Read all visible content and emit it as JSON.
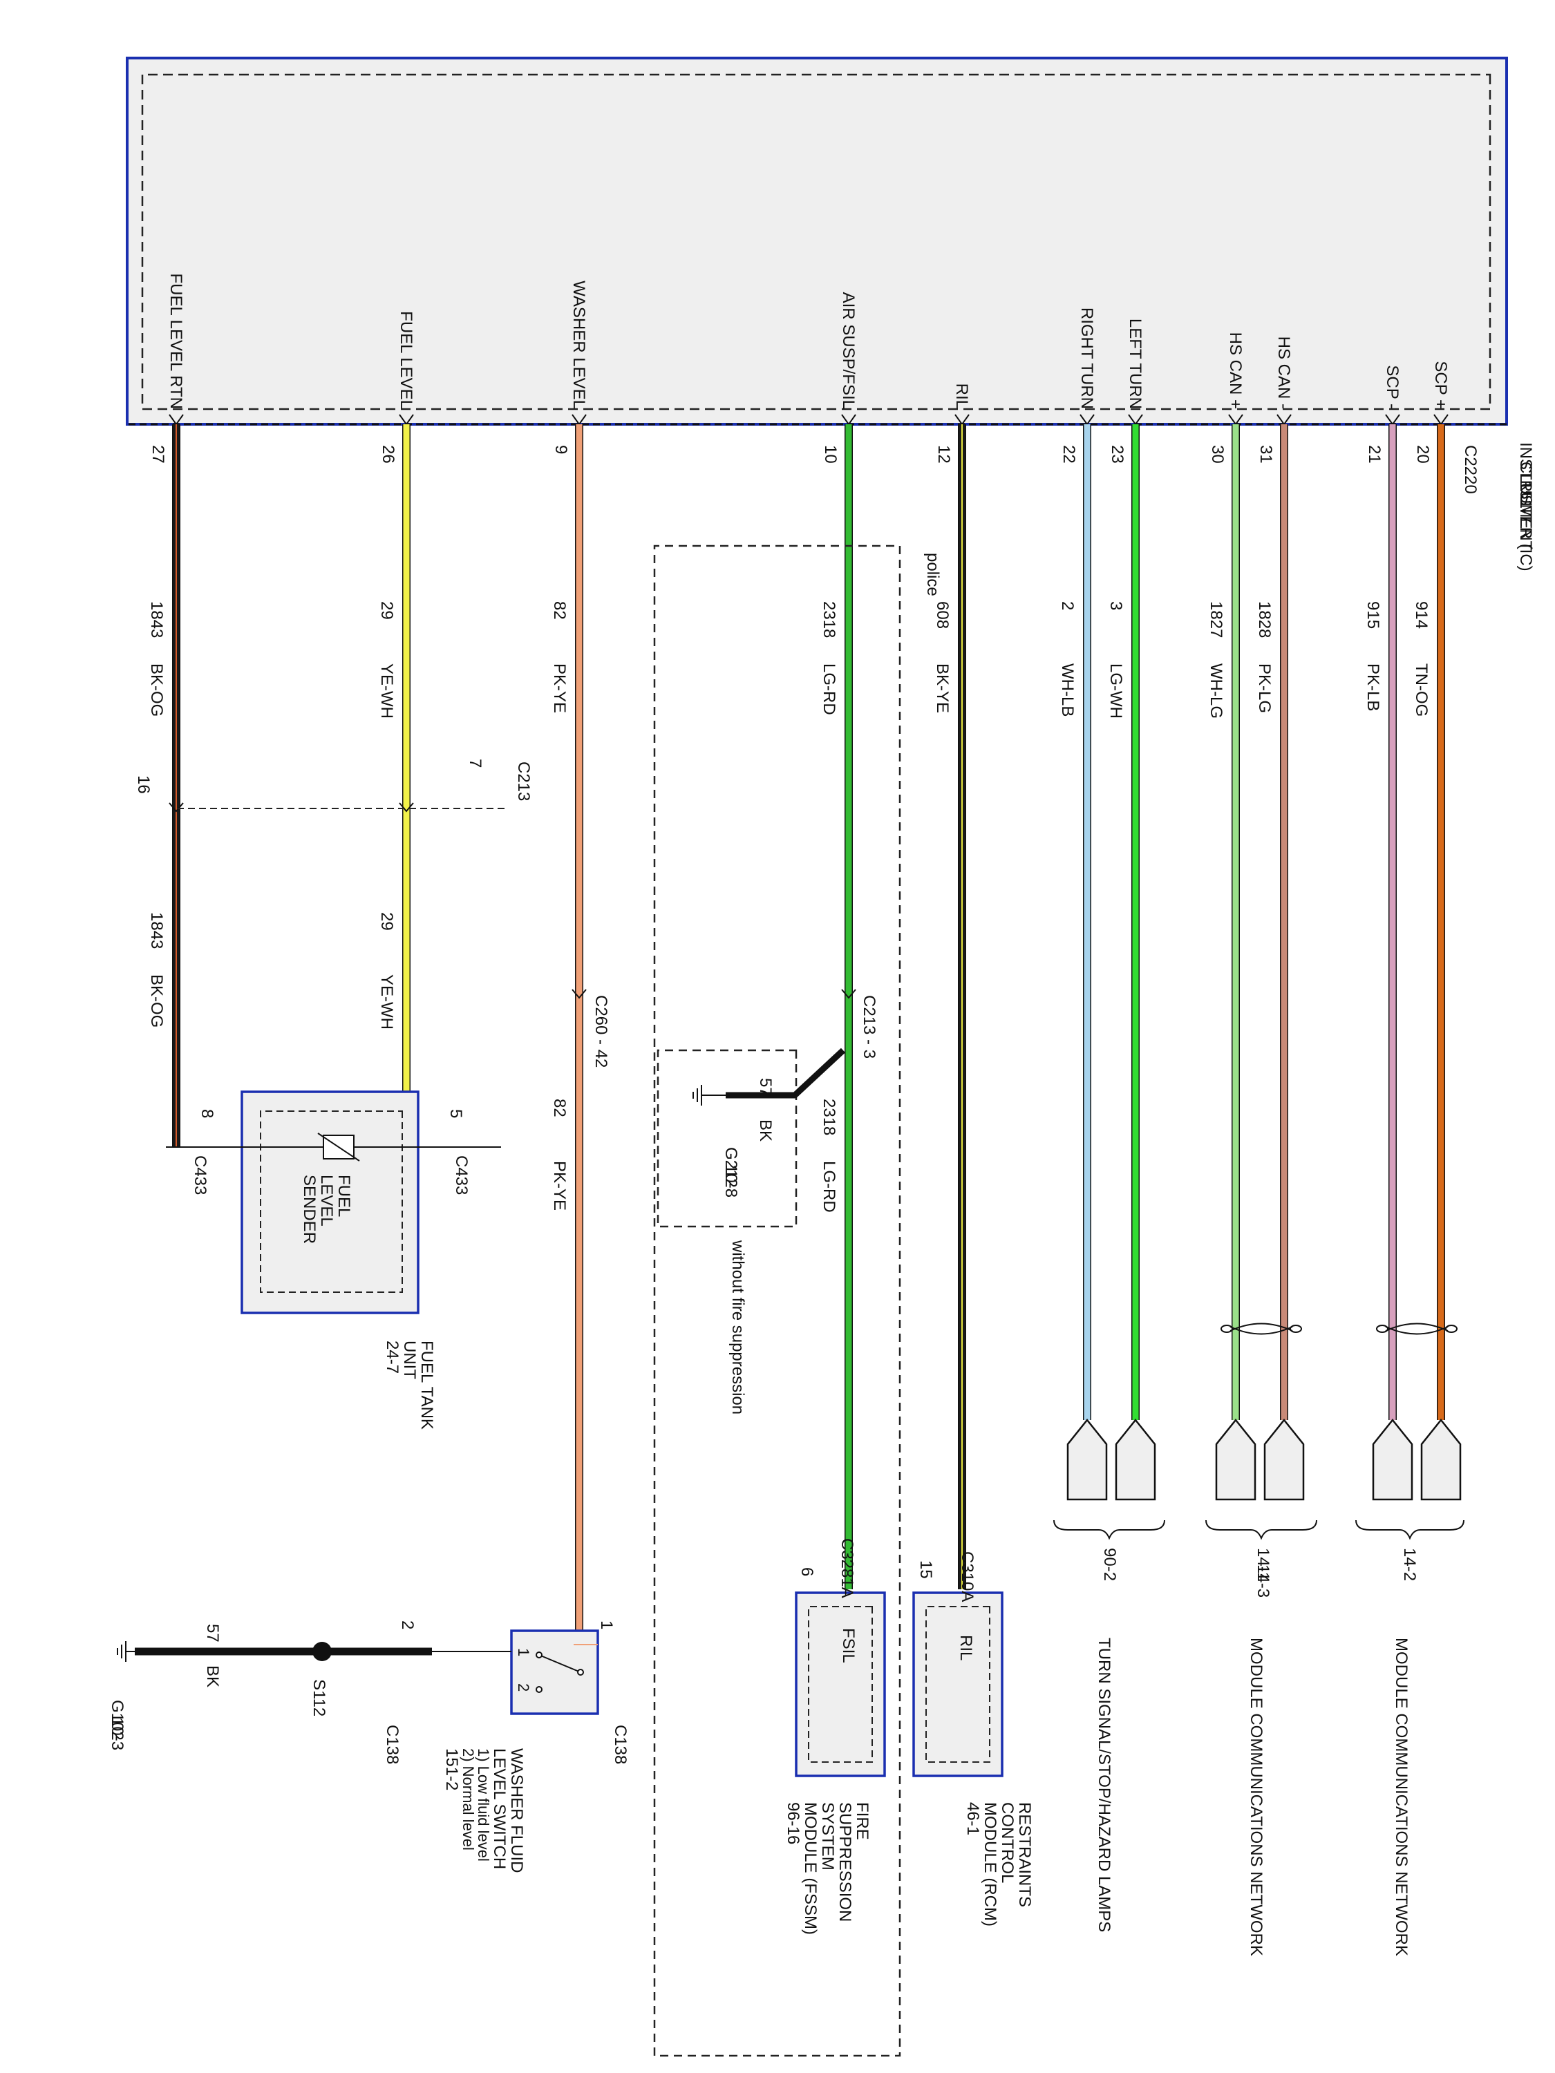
{
  "cluster": {
    "name_lines": [
      "INSTRUMENT",
      "CLUSTER (IC)",
      "151-7"
    ],
    "connector": "C2220",
    "pins": [
      {
        "pin_label": "SCP +",
        "pin": "20",
        "circuit": "914",
        "color_code": "TN-OG",
        "wire_color": "#d86a1a"
      },
      {
        "pin_label": "SCP -",
        "pin": "21",
        "circuit": "915",
        "color_code": "PK-LB",
        "wire_color": "#d7a0bd"
      },
      {
        "pin_label": "HS CAN -",
        "pin": "31",
        "circuit": "1828",
        "color_code": "PK-LG",
        "wire_color": "#c98a78"
      },
      {
        "pin_label": "HS CAN +",
        "pin": "30",
        "circuit": "1827",
        "color_code": "WH-LG",
        "wire_color": "#9be08a"
      },
      {
        "pin_label": "LEFT TURN",
        "pin": "23",
        "circuit": "3",
        "color_code": "LG-WH",
        "wire_color": "#33dd33"
      },
      {
        "pin_label": "RIGHT TURN",
        "pin": "22",
        "circuit": "2",
        "color_code": "WH-LB",
        "wire_color": "#a8d4ee"
      },
      {
        "pin_label": "RIL",
        "pin": "12",
        "circuit": "608",
        "color_code": "BK-YE",
        "wire_color": "#1a1a1a"
      },
      {
        "pin_label": "AIR SUSP/FSIL",
        "pin": "10",
        "circuit": "2318",
        "color_code": "LG-RD",
        "wire_color": "#33bb33"
      },
      {
        "pin_label": "WASHER LEVEL",
        "pin": "9",
        "circuit": "82",
        "color_code": "PK-YE",
        "wire_color": "#f0a077"
      },
      {
        "pin_label": "FUEL LEVEL",
        "pin": "26",
        "circuit": "29",
        "color_code": "YE-WH",
        "wire_color": "#f2f24a"
      },
      {
        "pin_label": "FUEL LEVEL RTN",
        "pin": "27",
        "circuit": "1843",
        "color_code": "BK-OG",
        "wire_color": "#1a1a1a"
      }
    ]
  },
  "destinations": {
    "scp_ref": "14-2",
    "scp_desc": "MODULE COMMUNICATIONS NETWORK",
    "hscan_ref_lines": [
      "14-1",
      "14-3"
    ],
    "hscan_desc": "MODULE COMMUNICATIONS NETWORK",
    "turn_ref": "90-2",
    "turn_desc": "TURN SIGNAL/STOP/HAZARD LAMPS"
  },
  "rcm": {
    "connector": "C310A",
    "pin": "15",
    "inner_label": "RIL",
    "name_lines": [
      "RESTRAINTS",
      "CONTROL",
      "MODULE (RCM)",
      "46-1"
    ]
  },
  "police": {
    "label": "police",
    "inline_connector": "C213 - 3",
    "fssm_connector": "C3281A",
    "fssm_pin": "6",
    "fssm_inner_label": "FSIL",
    "fssm_name_lines": [
      "FIRE",
      "SUPPRESSION",
      "SYSTEM",
      "MODULE (FSSM)",
      "96-16"
    ],
    "ground_circuit": "57",
    "ground_color": "BK",
    "ground_id_lines": [
      "G212",
      "10-8"
    ],
    "variant_note": "without fire suppression"
  },
  "washer": {
    "inline_connector": "C260 - 42",
    "switch_connector_top": "C138",
    "switch_pin_top": "1",
    "switch_connector_bottom": "C138",
    "switch_pin_bottom": "2",
    "switch_contact_1": "1",
    "switch_contact_2": "2",
    "switch_name_lines": [
      "WASHER FLUID",
      "LEVEL SWITCH",
      "1) Low fluid level",
      "2) Normal level",
      "151-2"
    ],
    "splice": "S112",
    "ground_circuit": "57",
    "ground_color": "BK",
    "ground_id_lines": [
      "G102",
      "10-3"
    ]
  },
  "fuel": {
    "inline_connector": "C213",
    "inline_pin_level": "7",
    "inline_pin_rtn": "16",
    "sender_connector_level": "C433",
    "sender_pin_level": "5",
    "sender_connector_rtn": "C433",
    "sender_pin_rtn": "8",
    "sender_inner_lines": [
      "FUEL",
      "LEVEL",
      "SENDER"
    ],
    "unit_name_lines": [
      "FUEL TANK",
      "UNIT",
      "24-7"
    ]
  }
}
